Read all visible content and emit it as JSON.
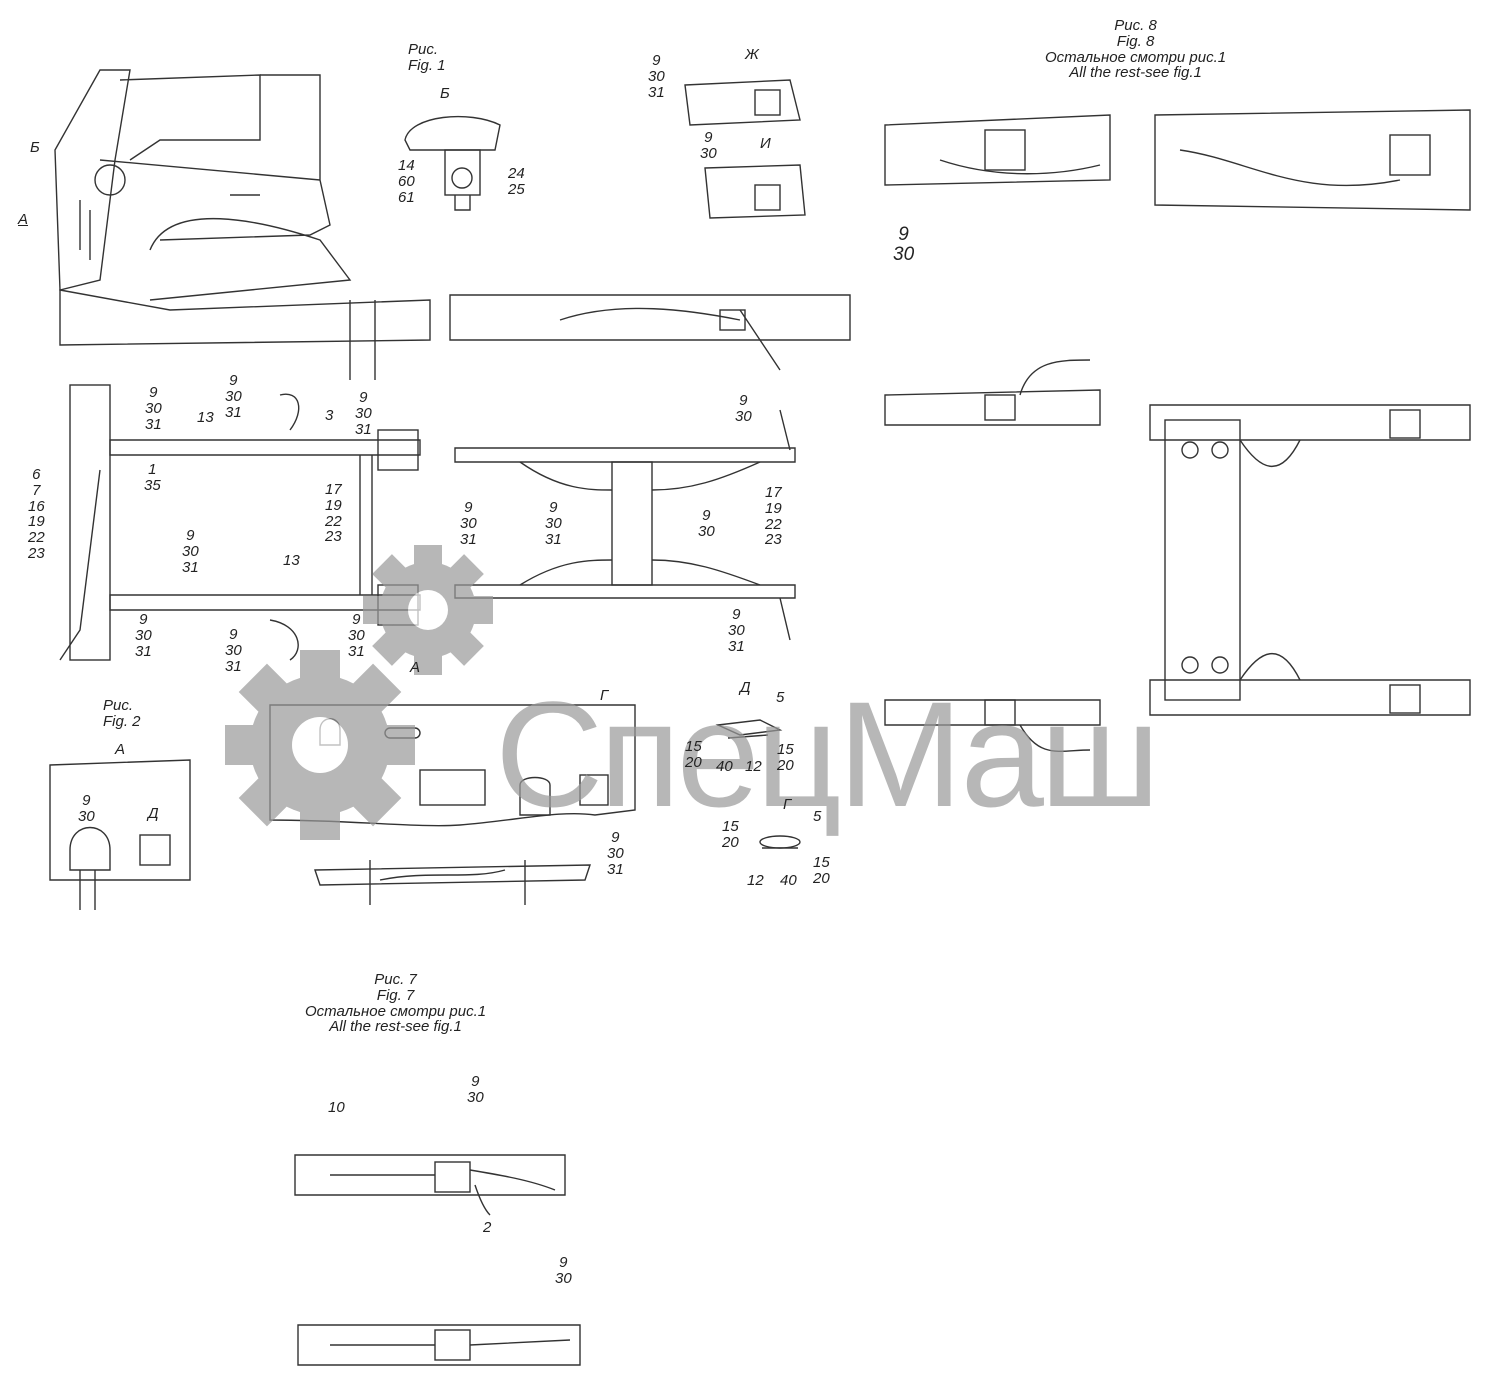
{
  "watermark": {
    "text": "СпецМаш",
    "color": "#9a9a9a"
  },
  "figures": {
    "fig1_caption": "Рис.\nFig. 1",
    "fig2_caption": "Рис.\nFig. 2",
    "fig7_caption": "Рис. 7\nFig. 7\nОстальное смотри рис.1\nAll the rest-see fig.1",
    "fig8_caption": "Рис. 8\nFig. 8\nОстальное смотри рис.1\nAll the rest-see fig.1"
  },
  "view_labels": {
    "b_view": "Б",
    "a_view": "А",
    "zh_view": "Ж",
    "i_view": "И",
    "b_marker": "Б",
    "a_marker": "А",
    "a_gear": "А",
    "g_marker": "Г",
    "d_view": "Д",
    "g_view": "Г",
    "d_marker": "Д"
  },
  "callouts": {
    "c01": "14\n60\n61",
    "c02": "24\n25",
    "c03": "9\n30\n31",
    "c04": "9\n30",
    "c05": "9\n30\n31",
    "c06": "9\n30\n31",
    "c07": "13",
    "c08": "3",
    "c09": "9\n30\n31",
    "c10": "1\n35",
    "c11": "6\n7\n16\n19\n22\n23",
    "c12": "17\n19\n22\n23",
    "c13": "9\n30\n31",
    "c14": "13",
    "c15": "9\n30\n31",
    "c16": "9\n30\n31",
    "c17": "9\n30\n31",
    "c18": "9\n30",
    "c19": "9\n30\n31",
    "c20": "9\n30\n31",
    "c21": "9\n30",
    "c22": "17\n19\n22\n23",
    "c23": "9\n30\n31",
    "c24": "9\n30",
    "c25": "5",
    "c26": "15\n20",
    "c27": "40",
    "c28": "12",
    "c29": "15\n20",
    "c30": "9\n30\n31",
    "c31": "5",
    "c32": "15\n20",
    "c33": "12",
    "c34": "40",
    "c35": "15\n20",
    "c36": "9\n30",
    "c37": "10",
    "c38": "9\n30",
    "c39": "2",
    "c40": "9\n30"
  }
}
